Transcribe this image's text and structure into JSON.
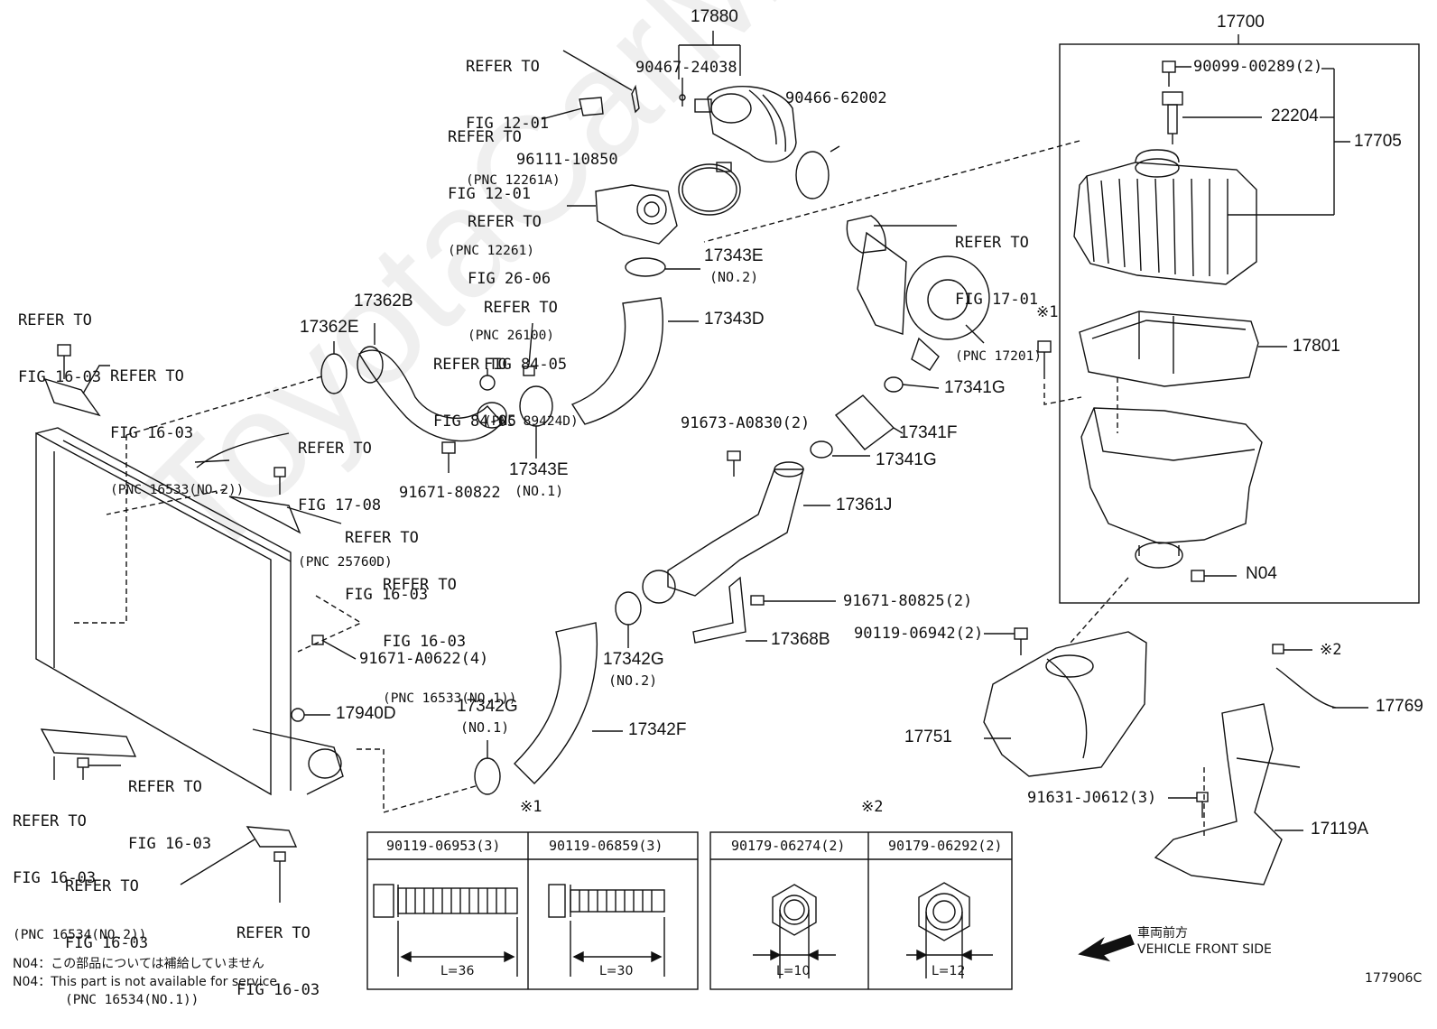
{
  "watermark": "ToyotaCarMine.ru",
  "parts": {
    "p17880": "17880",
    "p17700": "17700",
    "p90467": "90467-24038",
    "p90466": "90466-62002",
    "p96111": "96111-10850",
    "p90099": "90099-00289(2)",
    "p22204": "22204",
    "p17705": "17705",
    "p17343E2": "17343E",
    "p17343E2n": "(NO.2)",
    "p17362B": "17362B",
    "p17362E": "17362E",
    "p17343D": "17343D",
    "p17801": "17801",
    "x1a": "※1",
    "p17341G_a": "17341G",
    "p17341F": "17341F",
    "p17341G_b": "17341G",
    "p91673": "91673-A0830(2)",
    "p17361J": "17361J",
    "p17343E1": "17343E",
    "p17343E1n": "(NO.1)",
    "p91671_80822": "91671-80822",
    "pN04": "N04",
    "p91671_80825": "91671-80825(2)",
    "p17368B": "17368B",
    "p90119_06942": "90119-06942(2)",
    "p91671_A0622": "91671-A0622(4)",
    "p17342G2": "17342G",
    "p17342G2n": "(NO.2)",
    "x2a": "※2",
    "p17769": "17769",
    "p17940D": "17940D",
    "p17342G1": "17342G",
    "p17342G1n": "(NO.1)",
    "p17342F": "17342F",
    "p17751": "17751",
    "p91631": "91631-J0612(3)",
    "p17119A": "17119A"
  },
  "refs": {
    "r1": [
      "REFER TO",
      "FIG 12-01",
      "(PNC 12261A)"
    ],
    "r2": [
      "REFER TO",
      "FIG 12-01",
      "(PNC 12261)"
    ],
    "r3": [
      "REFER TO",
      "FIG 26-06",
      "(PNC 26100)"
    ],
    "r4": [
      "REFER TO",
      "FIG 17-01",
      "(PNC 17201)"
    ],
    "r5": [
      "REFER TO",
      "FIG 84-05",
      "(PNC 89424D)"
    ],
    "r6": [
      "REFER TO",
      "FIG 84-05"
    ],
    "r7": [
      "REFER TO",
      "FIG 16-03"
    ],
    "r8": [
      "REFER TO",
      "FIG 16-03",
      "(PNC 16533(NO.2))"
    ],
    "r9": [
      "REFER TO",
      "FIG 17-08",
      "(PNC 25760D)"
    ],
    "r10": [
      "REFER TO",
      "FIG 16-03"
    ],
    "r11": [
      "REFER TO",
      "FIG 16-03",
      "(PNC 16533(NO.1))"
    ],
    "r12": [
      "REFER TO",
      "FIG 16-03"
    ],
    "r13": [
      "REFER TO",
      "FIG 16-03",
      "(PNC 16534(NO.2))"
    ],
    "r14": [
      "REFER TO",
      "FIG 16-03",
      "(PNC 16534(NO.1))"
    ],
    "r15": [
      "REFER TO",
      "FIG 16-03"
    ]
  },
  "table1": {
    "mark": "※1",
    "col1": "90119-06953(3)",
    "col2": "90119-06859(3)",
    "len1": "L=36",
    "len2": "L=30"
  },
  "table2": {
    "mark": "※2",
    "col1": "90179-06274(2)",
    "col2": "90179-06292(2)",
    "len1": "L=10",
    "len2": "L=12"
  },
  "direction": {
    "jp": "車両前方",
    "en": "VEHICLE FRONT SIDE"
  },
  "notes": {
    "n1": "N04：この部品については補給していません",
    "n2": "N04：This part is not available for service"
  },
  "figure_id": "177906C"
}
